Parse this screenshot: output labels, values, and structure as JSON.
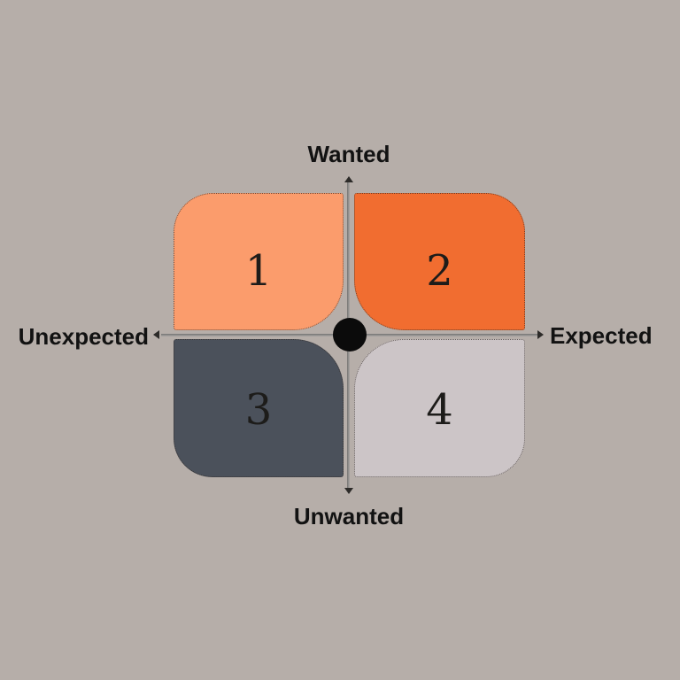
{
  "matrix": {
    "axes": {
      "top": "Wanted",
      "bottom": "Unwanted",
      "left": "Unexpected",
      "right": "Expected"
    },
    "quadrants": [
      {
        "label": "1",
        "position": "top-left",
        "color": "#FB9C6C"
      },
      {
        "label": "2",
        "position": "top-right",
        "color": "#F16D30"
      },
      {
        "label": "3",
        "position": "bottom-left",
        "color": "#4B515B"
      },
      {
        "label": "4",
        "position": "bottom-right",
        "color": "#CCC5C7"
      }
    ],
    "colors": {
      "background": "#B6AEA9",
      "axis_line": "#8F8D8B",
      "arrowhead": "#2D2B29",
      "center_dot": "#0B0B0B",
      "label_text": "#121212",
      "number_text": "#1D1C1A"
    }
  }
}
